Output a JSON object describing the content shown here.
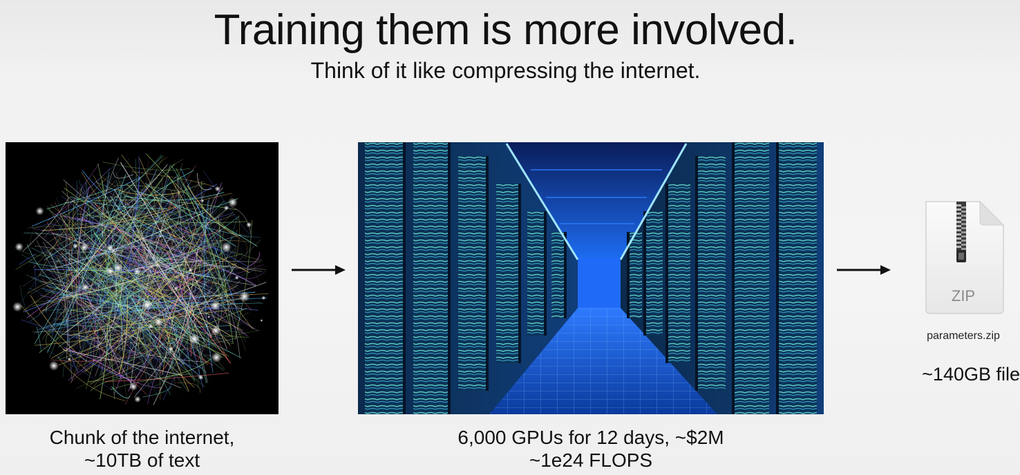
{
  "slide": {
    "title": "Training them is more involved.",
    "subtitle": "Think of it like compressing the internet."
  },
  "internet": {
    "caption_line1": "Chunk of the internet,",
    "caption_line2": "~10TB of text"
  },
  "datacenter": {
    "caption_line1": "6,000 GPUs for 12 days, ~$2M",
    "caption_line2": "~1e24 FLOPS"
  },
  "output_file": {
    "icon_label": "ZIP",
    "filename": "parameters.zip",
    "size": "~140GB file"
  },
  "icons": {
    "arrow": "right-arrow-icon",
    "file": "zip-file-icon"
  },
  "colors": {
    "background": "#f2f2f2",
    "text": "#111111",
    "datacenter_blue": "#0a4fd6",
    "datacenter_cyan": "#49c6e5"
  }
}
